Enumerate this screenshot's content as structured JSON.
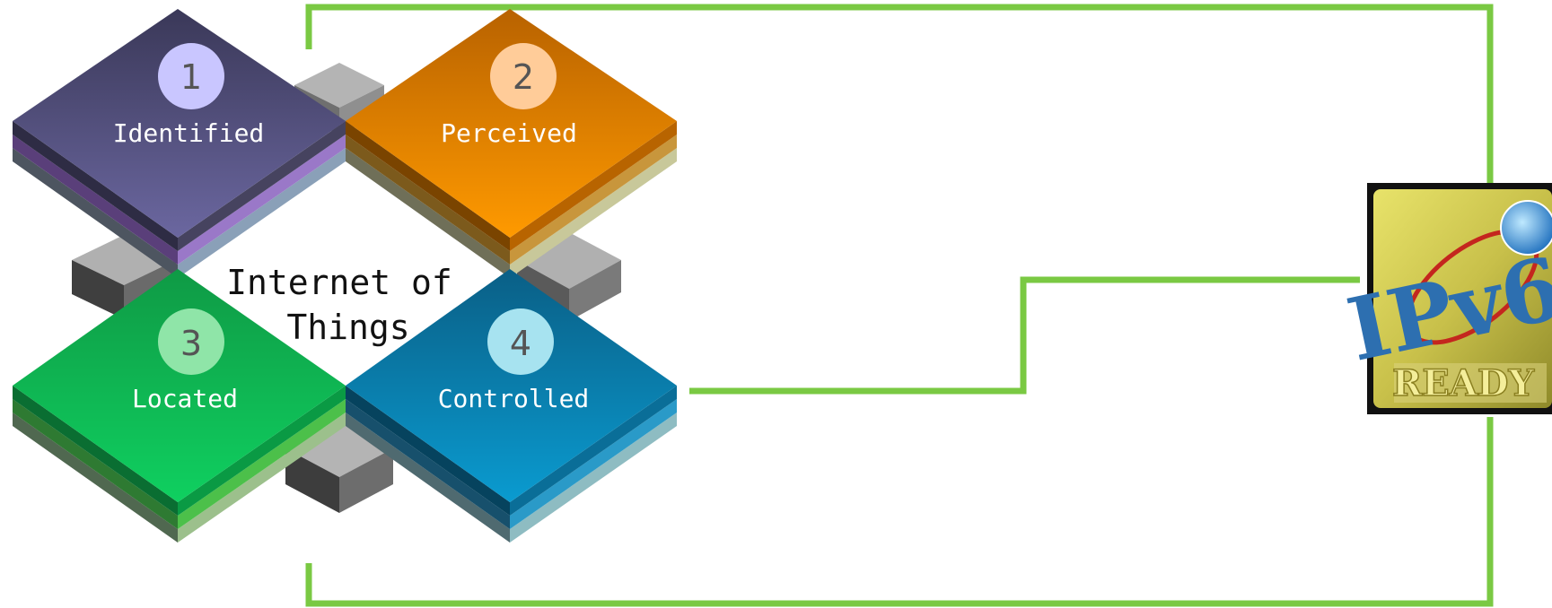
{
  "center_title": {
    "line1": "Internet of",
    "line2": "Things"
  },
  "blocks": [
    {
      "number": "1",
      "label": "Identified"
    },
    {
      "number": "2",
      "label": "Perceived"
    },
    {
      "number": "3",
      "label": "Located"
    },
    {
      "number": "4",
      "label": "Controlled"
    }
  ],
  "badge": {
    "logo_text": "IPv6",
    "ready_text": "READY"
  },
  "colors": {
    "connector": "#7ac943",
    "block1": "#56527f",
    "block2": "#f08a00",
    "block3": "#14b85a",
    "block4": "#0a7fad"
  }
}
